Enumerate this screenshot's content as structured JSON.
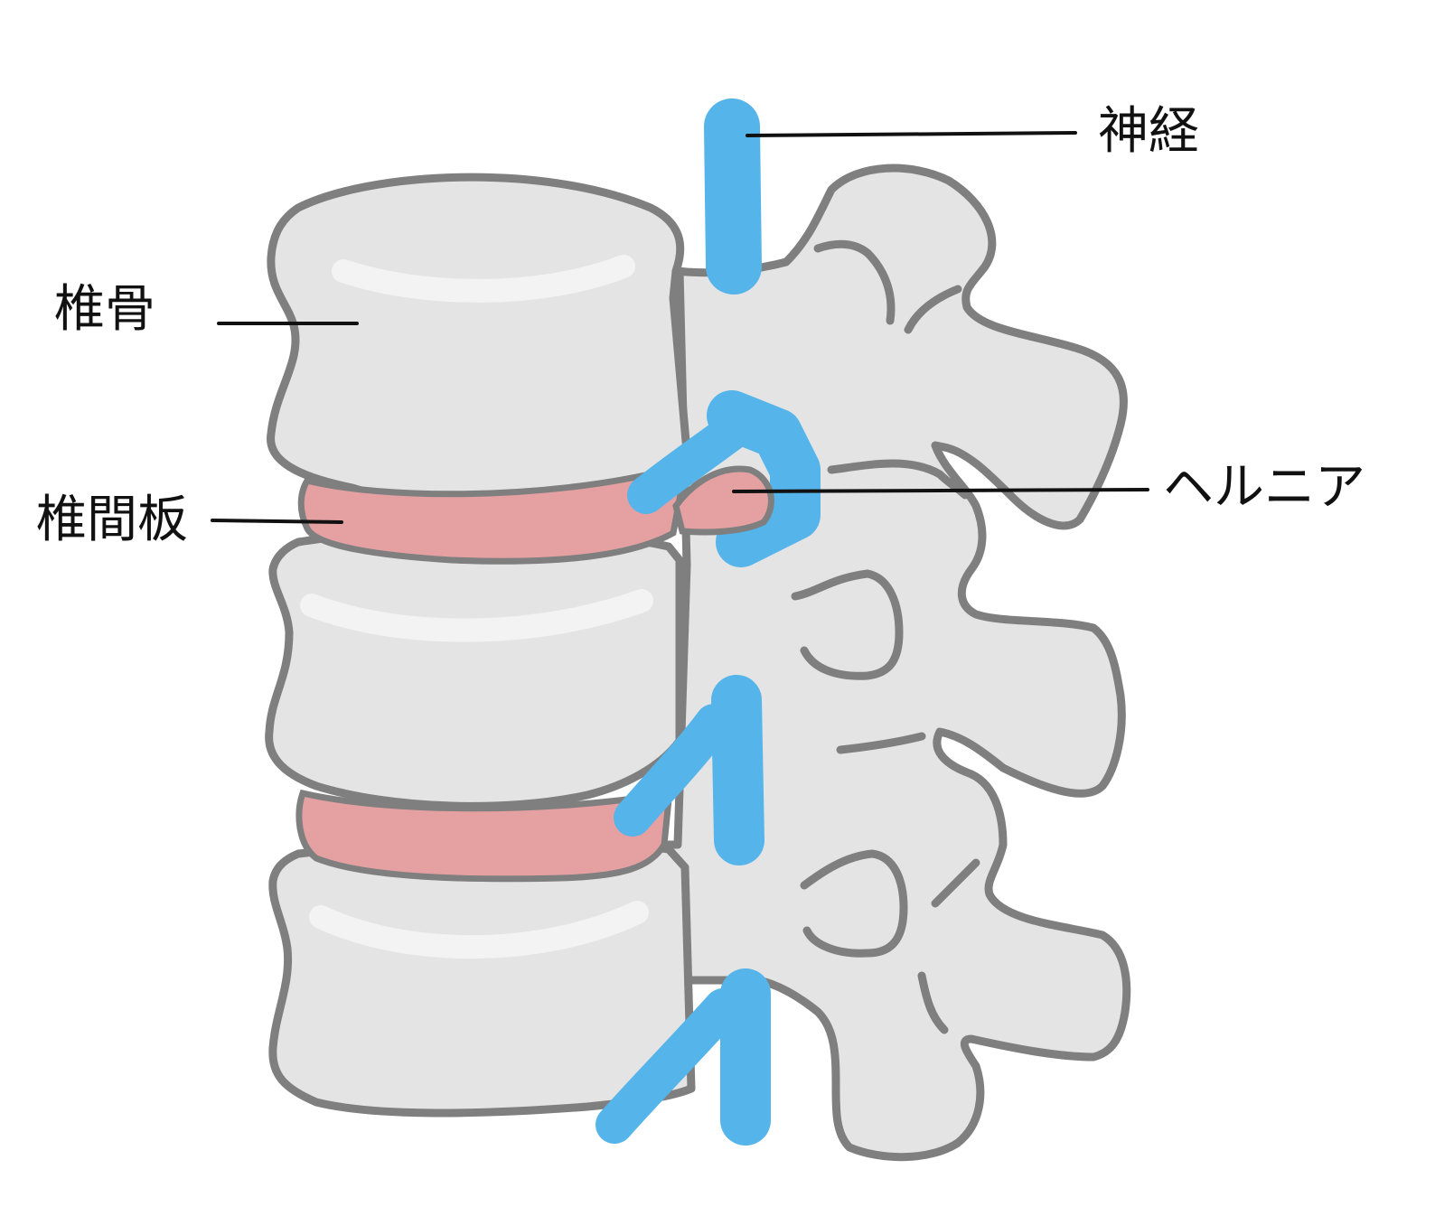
{
  "labels": {
    "nerve": "神経",
    "vertebra": "椎骨",
    "disc": "椎間板",
    "hernia": "ヘルニア"
  },
  "colors": {
    "bone": "#e4e4e4",
    "outline": "#7f7f7f",
    "disc": "#e5a0a2",
    "nerve": "#55b4e9",
    "text": "#111111"
  }
}
